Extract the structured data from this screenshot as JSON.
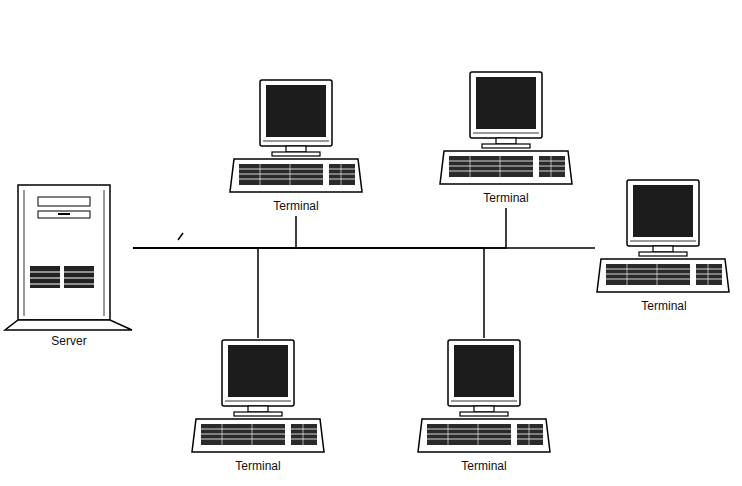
{
  "diagram": {
    "nodes": [
      {
        "text": [
          "Terminal"
        ]
      },
      {
        "text": [
          "Terminal"
        ]
      },
      {
        "text": [
          "Server"
        ]
      },
      {
        "text": [
          "Terminal"
        ]
      },
      {
        "text": [
          "Terminal"
        ]
      },
      {
        "text": [
          "Terminal"
        ]
      }
    ],
    "edges": [
      {
        "from": 2,
        "to": 0,
        "arrow": "none"
      },
      {
        "from": 2,
        "to": 1,
        "arrow": "none"
      },
      {
        "from": 2,
        "to": 3,
        "arrow": "none"
      },
      {
        "from": 2,
        "to": 4,
        "arrow": "none"
      },
      {
        "from": 2,
        "to": 5,
        "arrow": "none"
      }
    ]
  }
}
